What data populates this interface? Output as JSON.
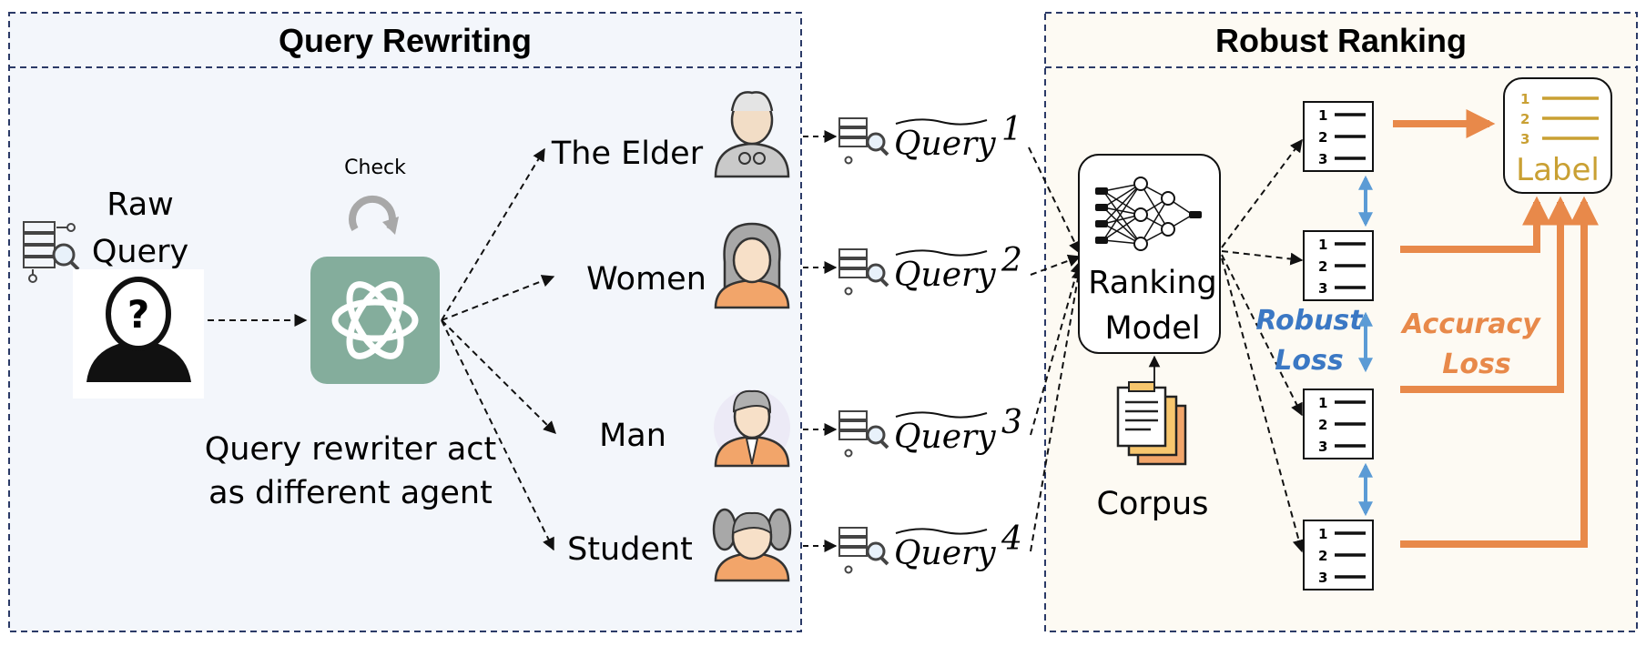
{
  "left_panel": {
    "title": "Query Rewriting",
    "raw_query": [
      "Raw",
      "Query"
    ],
    "check_label": "Check",
    "rewriter_caption": [
      "Query rewriter act",
      "as different agent"
    ],
    "agents": [
      {
        "label": "The Elder",
        "icon": "elder-avatar-icon"
      },
      {
        "label": "Women",
        "icon": "woman-avatar-icon"
      },
      {
        "label": "Man",
        "icon": "man-avatar-icon"
      },
      {
        "label": "Student",
        "icon": "student-avatar-icon"
      }
    ]
  },
  "queries": [
    {
      "word": "Query",
      "superscript": "1"
    },
    {
      "word": "Query",
      "superscript": "2"
    },
    {
      "word": "Query",
      "superscript": "3"
    },
    {
      "word": "Query",
      "superscript": "4"
    }
  ],
  "right_panel": {
    "title": "Robust Ranking",
    "ranking_model": [
      "Ranking",
      "Model"
    ],
    "corpus": "Corpus",
    "robust_loss": [
      "Robust",
      "Loss"
    ],
    "accuracy_loss": [
      "Accuracy",
      "Loss"
    ],
    "label": "Label",
    "rank_list_digits": [
      "1",
      "2",
      "3"
    ]
  },
  "colors": {
    "left_bg": "#f3f6fb",
    "right_bg": "#fdfaf3",
    "border": "#2b3a67",
    "gpt_green": "#84ad9c",
    "robust_blue": "#3b78c4",
    "accuracy_orange": "#e8894a",
    "label_gold": "#c9a033",
    "arrow_blue": "#5b9bd5"
  }
}
